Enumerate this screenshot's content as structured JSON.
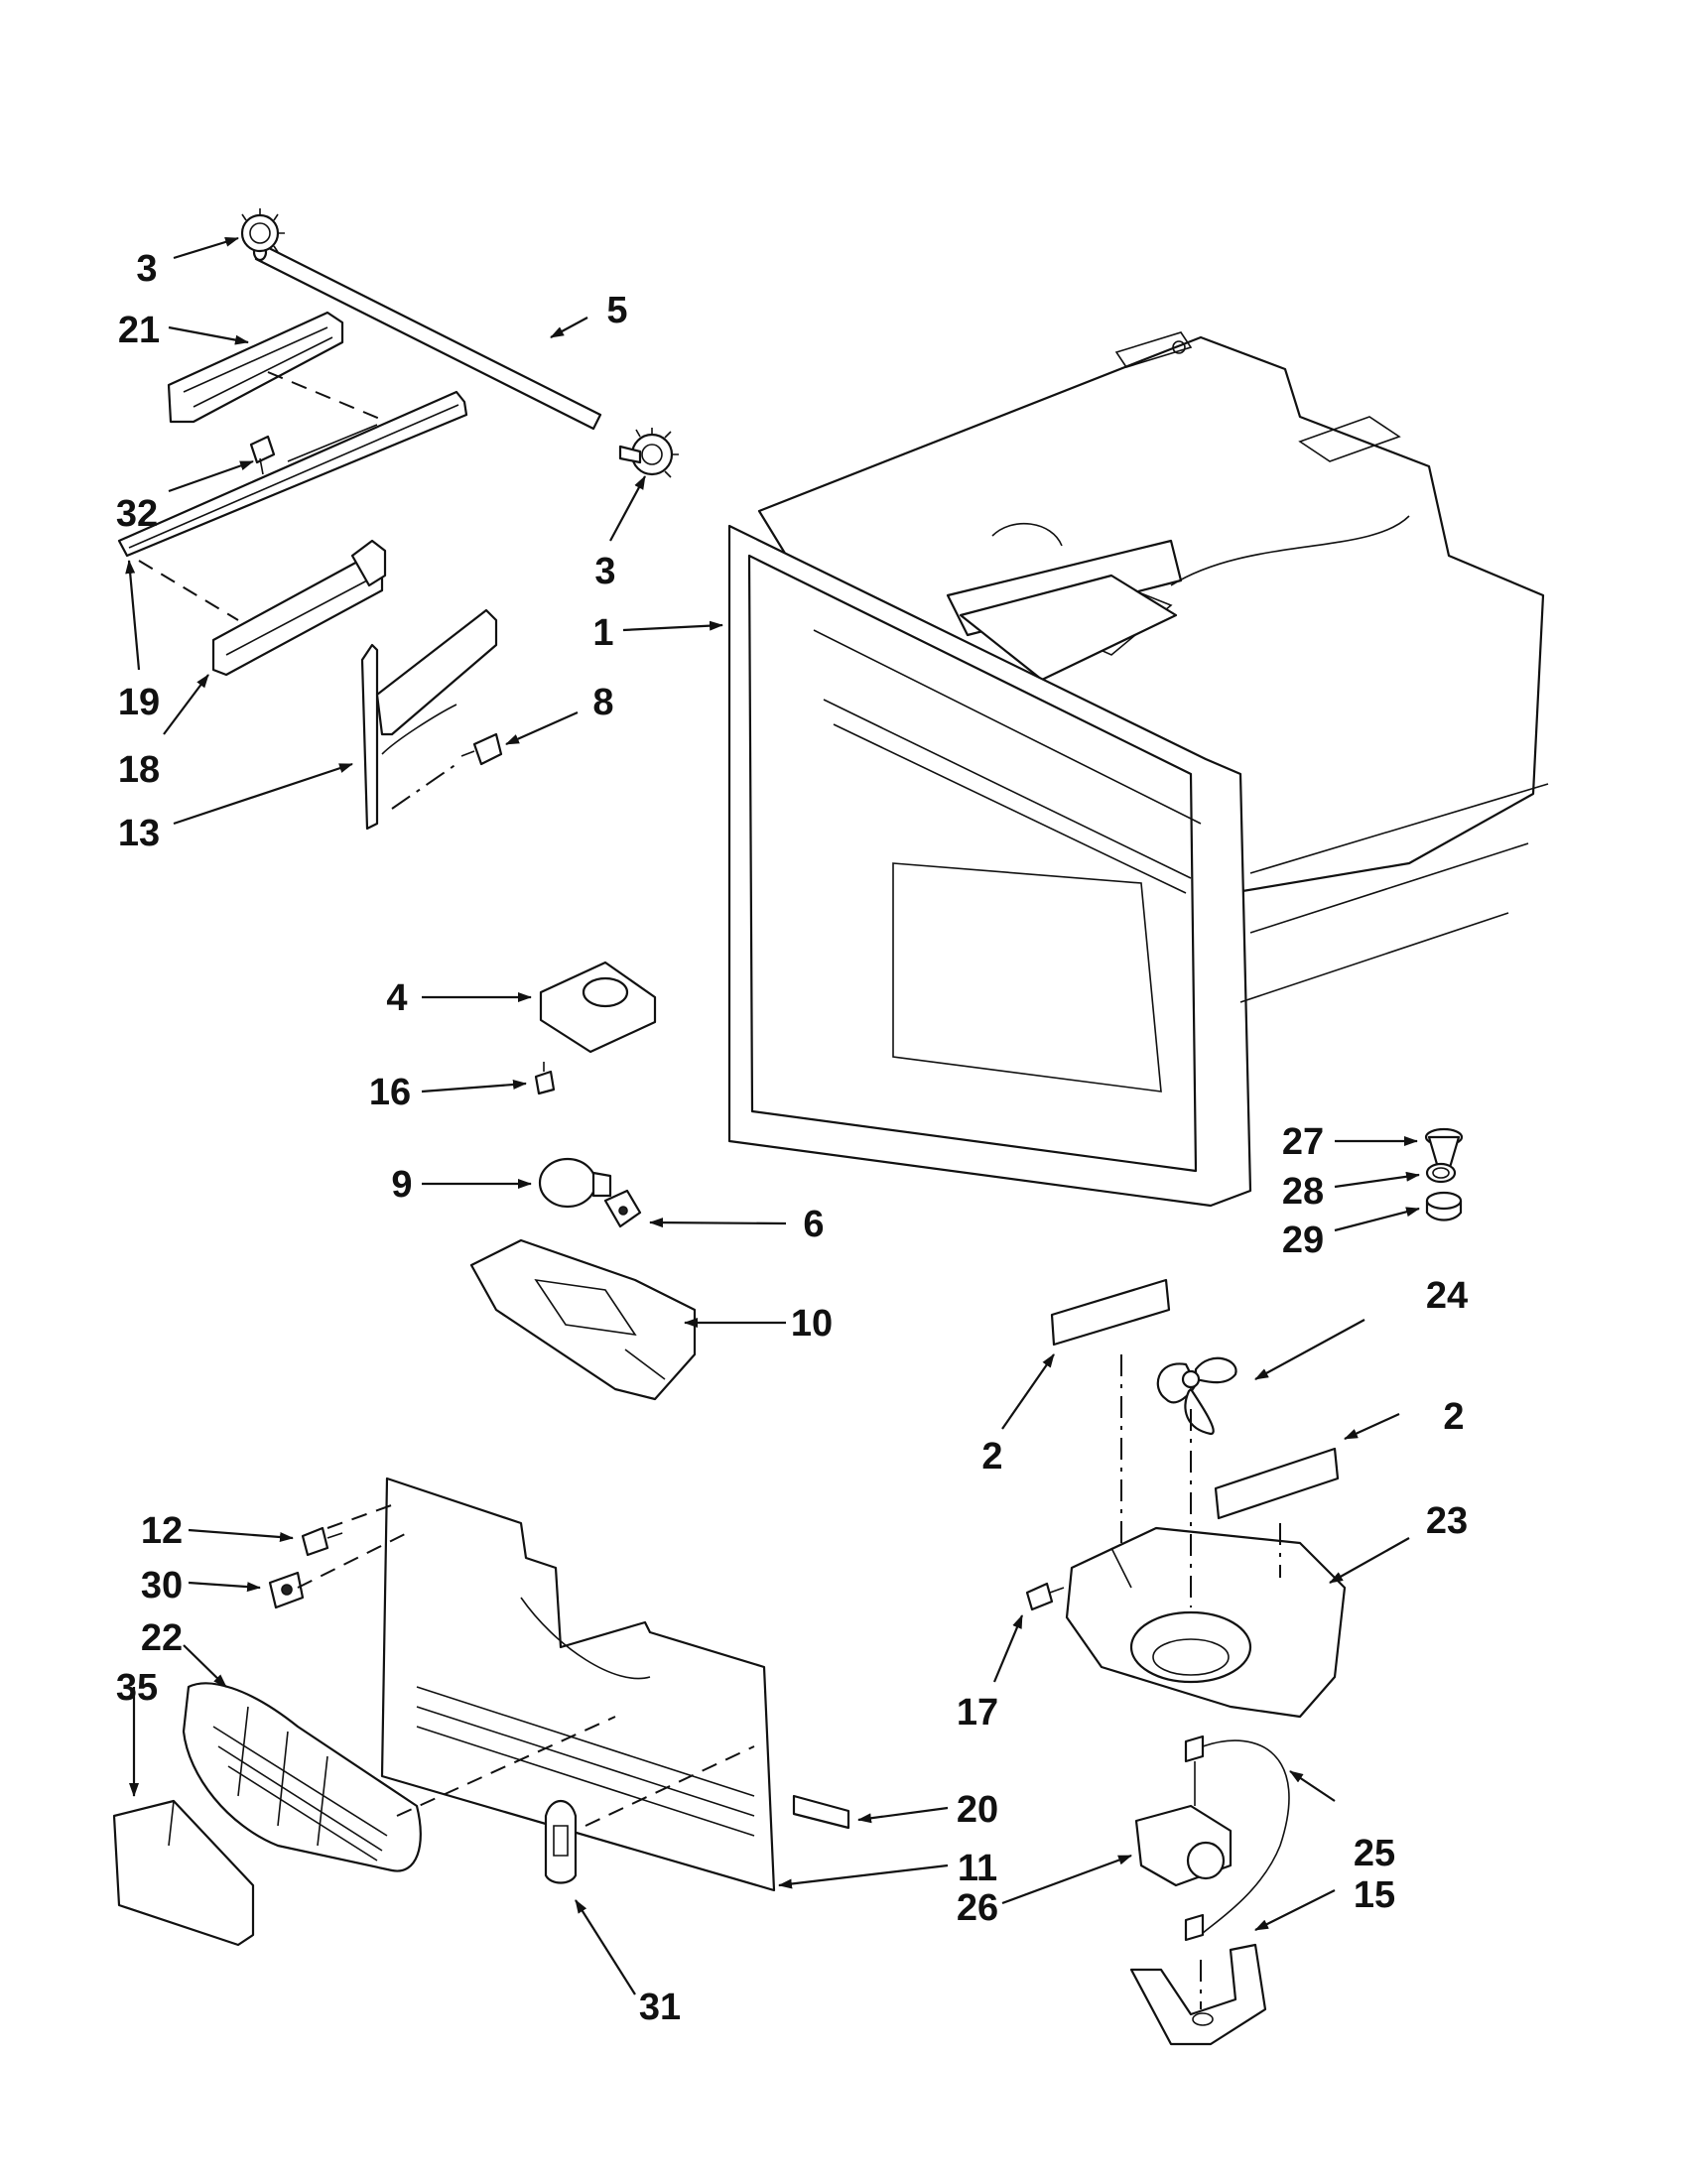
{
  "callouts": [
    {
      "id": "c3a",
      "label": "3"
    },
    {
      "id": "c21",
      "label": "21"
    },
    {
      "id": "c5",
      "label": "5"
    },
    {
      "id": "c32",
      "label": "32"
    },
    {
      "id": "c3b",
      "label": "3"
    },
    {
      "id": "c1",
      "label": "1"
    },
    {
      "id": "c19",
      "label": "19"
    },
    {
      "id": "c18",
      "label": "18"
    },
    {
      "id": "c8",
      "label": "8"
    },
    {
      "id": "c13",
      "label": "13"
    },
    {
      "id": "c4",
      "label": "4"
    },
    {
      "id": "c16",
      "label": "16"
    },
    {
      "id": "c9",
      "label": "9"
    },
    {
      "id": "c6",
      "label": "6"
    },
    {
      "id": "c10",
      "label": "10"
    },
    {
      "id": "c27",
      "label": "27"
    },
    {
      "id": "c28",
      "label": "28"
    },
    {
      "id": "c29",
      "label": "29"
    },
    {
      "id": "c24",
      "label": "24"
    },
    {
      "id": "c2a",
      "label": "2"
    },
    {
      "id": "c2b",
      "label": "2"
    },
    {
      "id": "c23",
      "label": "23"
    },
    {
      "id": "c12",
      "label": "12"
    },
    {
      "id": "c30",
      "label": "30"
    },
    {
      "id": "c22",
      "label": "22"
    },
    {
      "id": "c35",
      "label": "35"
    },
    {
      "id": "c17",
      "label": "17"
    },
    {
      "id": "c20",
      "label": "20"
    },
    {
      "id": "c11",
      "label": "11"
    },
    {
      "id": "c25",
      "label": "25"
    },
    {
      "id": "c26",
      "label": "26"
    },
    {
      "id": "c15",
      "label": "15"
    },
    {
      "id": "c31",
      "label": "31"
    }
  ]
}
